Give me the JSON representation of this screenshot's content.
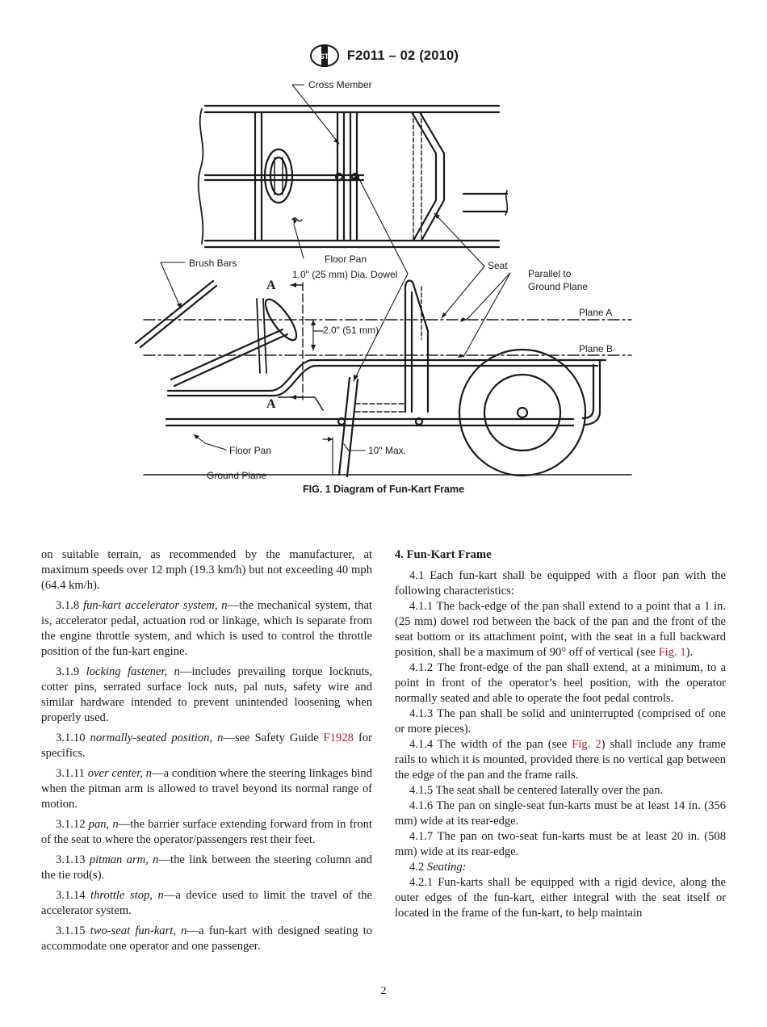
{
  "header": {
    "doc_id": "F2011 – 02 (2010)"
  },
  "figure": {
    "labels": {
      "cross_member": "Cross Member",
      "floor_pan_top": "Floor Pan",
      "brush_bars": "Brush Bars",
      "dowel": "1.0\" (25 mm) Dia. Dowel",
      "seat": "Seat",
      "parallel_line1": "Parallel to",
      "parallel_line2": "Ground Plane",
      "plane_a": "Plane A",
      "plane_b": "Plane B",
      "section_a": "A",
      "dim_2in": "2.0\" (51 mm)",
      "floor_pan_bottom": "Floor Pan",
      "ten_max": "10\" Max.",
      "ground_plane": "Ground Plane"
    },
    "caption": "FIG. 1 Diagram of Fun-Kart Frame"
  },
  "left_col": [
    {
      "id": "p0",
      "num": "",
      "term": "",
      "text": "on suitable terrain, as recommended by the manufacturer, at maximum speeds over 12 mph (19.3 km/h) but not exceeding 40 mph (64.4 km/h)."
    },
    {
      "id": "p318",
      "num": "3.1.8",
      "term": "fun-kart accelerator system, n",
      "text": "—the mechanical system, that is, accelerator pedal, actuation rod or linkage, which is separate from the engine throttle system, and which is used to control the throttle position of the fun-kart engine."
    },
    {
      "id": "p319",
      "num": "3.1.9",
      "term": "locking fastener, n",
      "text": "—includes prevailing torque locknuts, cotter pins, serrated surface lock nuts, pal nuts, safety wire and similar hardware intended to prevent unintended loosening when properly used."
    },
    {
      "id": "p3110",
      "num": "3.1.10",
      "term": "normally-seated position, n",
      "text": "—see Safety Guide",
      "ref": "F1928",
      "tail": " for specifics."
    },
    {
      "id": "p3111",
      "num": "3.1.11",
      "term": "over center, n",
      "text": "—a condition where the steering linkages bind when the pitman arm is allowed to travel beyond its normal range of motion."
    },
    {
      "id": "p3112",
      "num": "3.1.12",
      "term": "pan, n",
      "text": "—the barrier surface extending forward from in front of the seat to where the operator/passengers rest their feet."
    },
    {
      "id": "p3113",
      "num": "3.1.13",
      "term": "pitman arm, n",
      "text": "—the link between the steering column and the tie rod(s)."
    },
    {
      "id": "p3114",
      "num": "3.1.14",
      "term": "throttle stop, n",
      "text": "—a device used to limit the travel of the accelerator system."
    },
    {
      "id": "p3115",
      "num": "3.1.15",
      "term": "two-seat fun-kart, n",
      "text": "—a fun-kart with designed seating to accommodate one operator and one passenger."
    }
  ],
  "right_col": {
    "section_title": "4.  Fun-Kart Frame",
    "p41": "4.1  Each fun-kart shall be equipped with a floor pan with the following characteristics:",
    "p411": "4.1.1  The back-edge of the pan shall extend to a point that a 1 in. (25 mm) dowel rod between the back of the pan and the front of the seat bottom or its attachment point, with the seat in a full backward position, shall be a maximum of 90° off of vertical (see ",
    "p411_ref": "Fig. 1",
    "p411_tail": ").",
    "p412": "4.1.2  The front-edge of the pan shall extend, at a minimum, to a point in front of the operator’s heel position, with the operator normally seated and able to operate the foot pedal controls.",
    "p413": "4.1.3  The pan shall be solid and uninterrupted (comprised of one or more pieces).",
    "p414": "4.1.4  The width of the pan (see ",
    "p414_ref": "Fig. 2",
    "p414_tail": ") shall include any frame rails to which it is mounted, provided there is no vertical gap between the edge of the pan and the frame rails.",
    "p415": "4.1.5  The seat shall be centered laterally over the pan.",
    "p416": "4.1.6  The pan on single-seat fun-karts must be at least 14 in. (356 mm) wide at its rear-edge.",
    "p417": "4.1.7  The pan on two-seat fun-karts must be at least 20 in. (508 mm) wide at its rear-edge.",
    "p42_num": "4.2 ",
    "p42_term": "Seating:",
    "p421": "4.2.1  Fun-karts shall be equipped with a rigid device, along the outer edges of the fun-kart, either integral with the seat itself or located in the frame of the fun-kart, to help maintain"
  },
  "page_number": "2"
}
